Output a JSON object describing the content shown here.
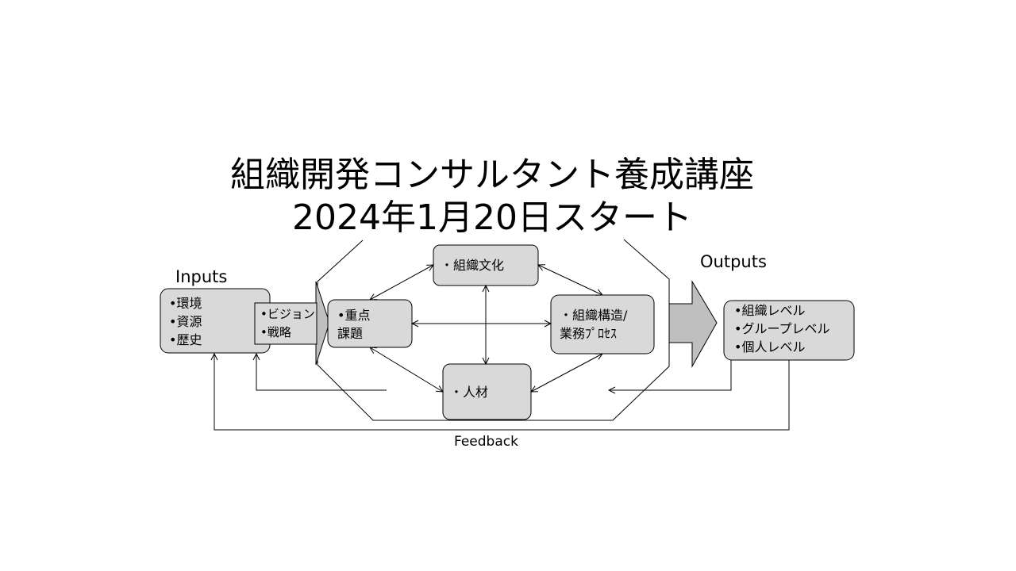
{
  "title": {
    "line1": "組織開発コンサルタント養成講座",
    "line2": "2024年1月20日スタート"
  },
  "labels": {
    "inputs": "Inputs",
    "outputs": "Outputs",
    "feedback": "Feedback"
  },
  "inputs_box": {
    "items": [
      "•環境",
      "•資源",
      "•歴史"
    ]
  },
  "strategy_box": {
    "items": [
      "•ビジョン",
      "•戦略"
    ]
  },
  "priority_box": {
    "items": [
      "•重点",
      "課題"
    ]
  },
  "culture_box": {
    "items": [
      "・組織文化"
    ]
  },
  "structure_box": {
    "items": [
      "・組織構造/",
      "業務ﾌﾟﾛｾｽ"
    ]
  },
  "people_box": {
    "items": [
      "・人材"
    ]
  },
  "outputs_box": {
    "items": [
      "•組織レベル",
      "•グループレベル",
      "•個人レベル"
    ]
  },
  "colors": {
    "box_fill": "#d9d9d9",
    "arrow_fill": "#bfbfbf",
    "stroke": "#000000"
  }
}
